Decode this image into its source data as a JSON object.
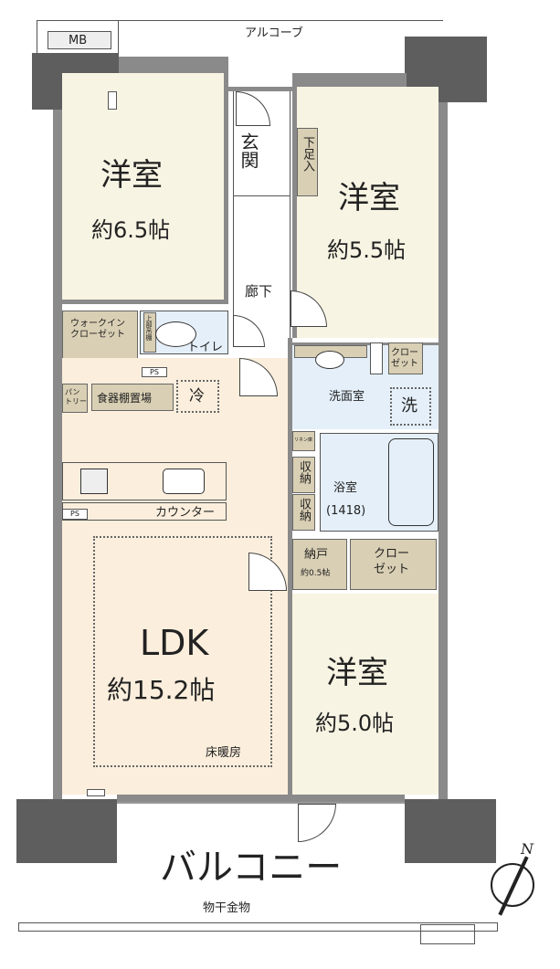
{
  "plan": {
    "mb": "MB",
    "alcove": "アルコーブ",
    "rooms": {
      "western1": {
        "name": "洋室",
        "size": "約6.5帖"
      },
      "western2": {
        "name": "洋室",
        "size": "約5.5帖"
      },
      "western3": {
        "name": "洋室",
        "size": "約5.0帖"
      },
      "ldk": {
        "name": "LDK",
        "size": "約15.2帖",
        "floor_heating": "床暖房"
      },
      "entrance": "玄関",
      "shoe_box": "下足入",
      "hallway": "廊下",
      "wic": "ウォークイン\nクローゼット",
      "toilet": "トイレ",
      "toilet_shelf": "上部吊棚",
      "closet": "クロー\nゼット",
      "washroom": "洗面室",
      "washer": "洗",
      "linen": "リネン庫",
      "pantry": "パン\nトリー",
      "cupboard": "食器棚置場",
      "fridge": "冷",
      "storage": "収納",
      "bath": "浴室",
      "bath_size": "(1418)",
      "counter": "カウンター",
      "storeroom": "納戸",
      "storeroom_size": "約0.5帖",
      "balcony": "バルコニー",
      "clothes_hanger": "物干金物",
      "ps": "PS"
    },
    "compass": "N",
    "colors": {
      "cream": "#f8f4e3",
      "peach": "#fbeedc",
      "blue": "#e4eff9",
      "beige": "#d9cfb4",
      "wall": "#8a8a8a"
    }
  }
}
